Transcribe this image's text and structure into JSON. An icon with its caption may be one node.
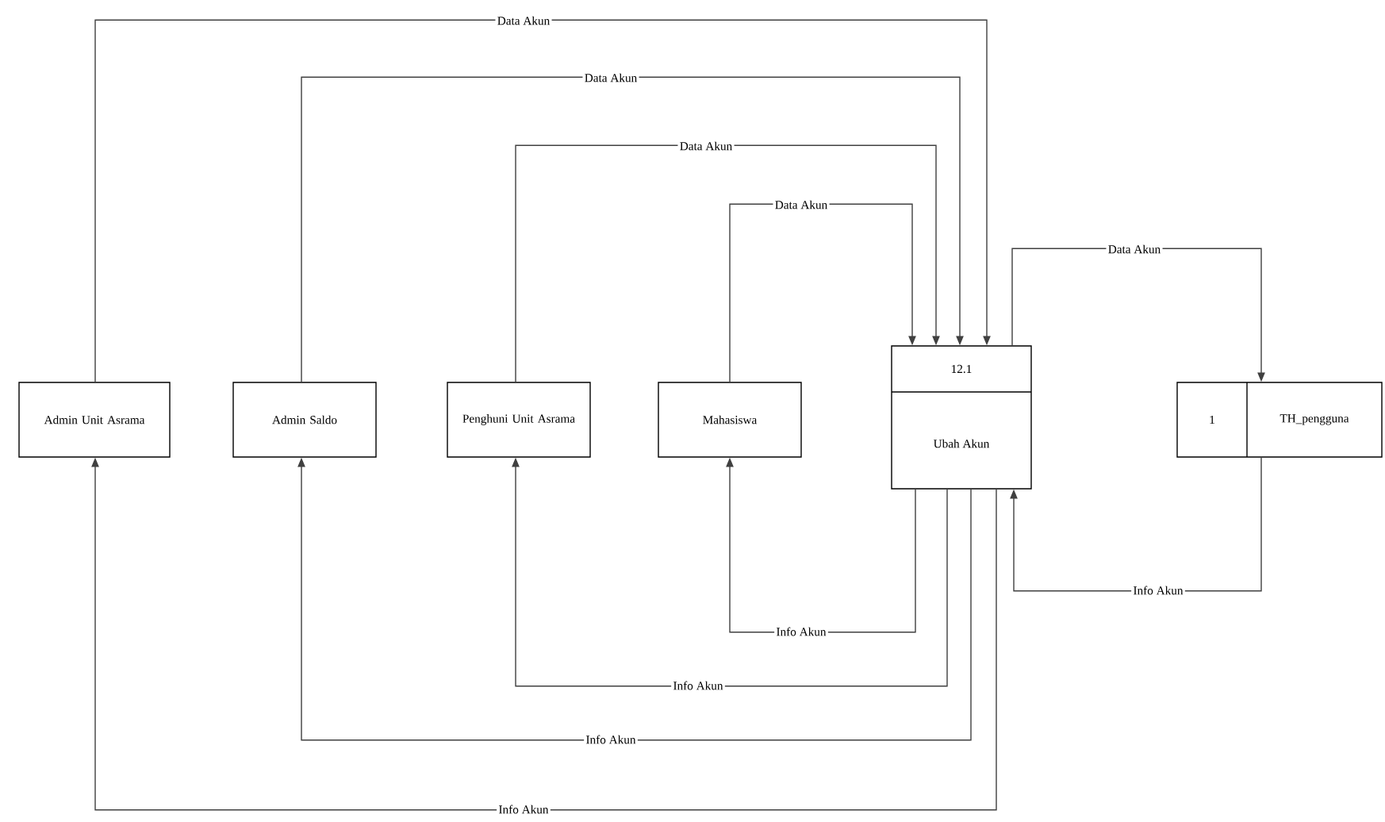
{
  "diagram": {
    "nodes": [
      {
        "text": [
          "Admin Unit Asrama"
        ]
      },
      {
        "text": [
          "Admin Saldo"
        ]
      },
      {
        "text": [
          "Penghuni Unit Asrama"
        ]
      },
      {
        "text": [
          "Mahasiswa"
        ]
      },
      {
        "text": [
          "12.1",
          "Ubah Akun"
        ]
      },
      {
        "text": [
          "1",
          "TH_pengguna"
        ]
      }
    ],
    "edges": [
      {
        "from": 0,
        "to": 4,
        "arrow": "to",
        "label": "Data Akun"
      },
      {
        "from": 1,
        "to": 4,
        "arrow": "to",
        "label": "Data Akun"
      },
      {
        "from": 2,
        "to": 4,
        "arrow": "to",
        "label": "Data Akun"
      },
      {
        "from": 3,
        "to": 4,
        "arrow": "to",
        "label": "Data Akun"
      },
      {
        "from": 4,
        "to": 5,
        "arrow": "to",
        "label": "Data Akun"
      },
      {
        "from": 5,
        "to": 4,
        "arrow": "to",
        "label": "Info Akun"
      },
      {
        "from": 4,
        "to": 3,
        "arrow": "to",
        "label": "Info Akun"
      },
      {
        "from": 4,
        "to": 2,
        "arrow": "to",
        "label": "Info Akun"
      },
      {
        "from": 4,
        "to": 1,
        "arrow": "to",
        "label": "Info Akun"
      },
      {
        "from": 4,
        "to": 0,
        "arrow": "to",
        "label": "Info Akun"
      }
    ]
  }
}
